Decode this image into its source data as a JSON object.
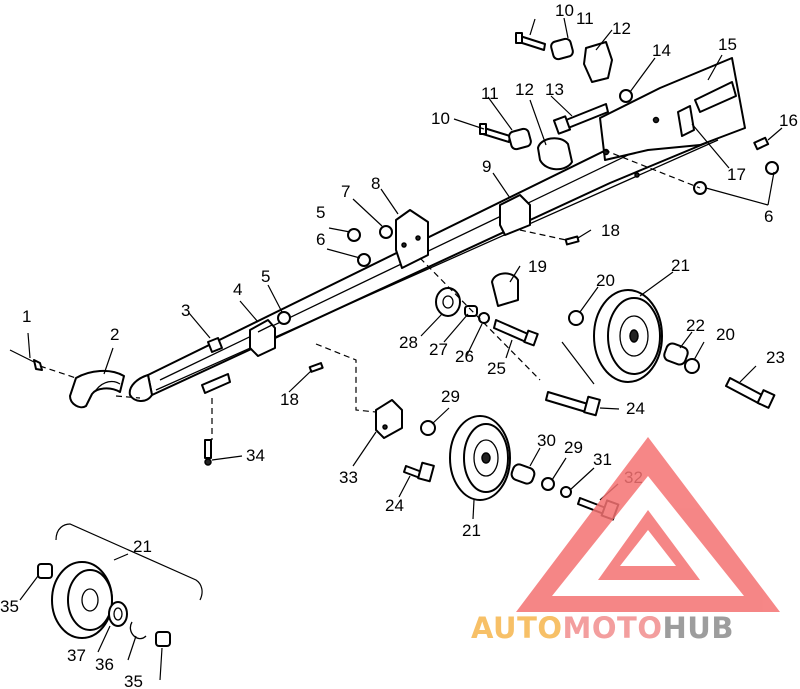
{
  "callouts": [
    {
      "id": "c1",
      "text": "1"
    },
    {
      "id": "c2",
      "text": "2"
    },
    {
      "id": "c3",
      "text": "3"
    },
    {
      "id": "c4",
      "text": "4"
    },
    {
      "id": "c5a",
      "text": "5"
    },
    {
      "id": "c5b",
      "text": "5"
    },
    {
      "id": "c6a",
      "text": "6"
    },
    {
      "id": "c6b",
      "text": "6"
    },
    {
      "id": "c7",
      "text": "7"
    },
    {
      "id": "c8",
      "text": "8"
    },
    {
      "id": "c9",
      "text": "9"
    },
    {
      "id": "c10a",
      "text": "10"
    },
    {
      "id": "c10b",
      "text": "10"
    },
    {
      "id": "c11a",
      "text": "11"
    },
    {
      "id": "c11b",
      "text": "11"
    },
    {
      "id": "c12a",
      "text": "12"
    },
    {
      "id": "c12b",
      "text": "12"
    },
    {
      "id": "c13",
      "text": "13"
    },
    {
      "id": "c14",
      "text": "14"
    },
    {
      "id": "c15",
      "text": "15"
    },
    {
      "id": "c16",
      "text": "16"
    },
    {
      "id": "c17",
      "text": "17"
    },
    {
      "id": "c18a",
      "text": "18"
    },
    {
      "id": "c18b",
      "text": "18"
    },
    {
      "id": "c19",
      "text": "19"
    },
    {
      "id": "c20a",
      "text": "20"
    },
    {
      "id": "c20b",
      "text": "20"
    },
    {
      "id": "c21a",
      "text": "21"
    },
    {
      "id": "c21b",
      "text": "21"
    },
    {
      "id": "c21c",
      "text": "21"
    },
    {
      "id": "c22",
      "text": "22"
    },
    {
      "id": "c23",
      "text": "23"
    },
    {
      "id": "c24a",
      "text": "24"
    },
    {
      "id": "c24b",
      "text": "24"
    },
    {
      "id": "c25",
      "text": "25"
    },
    {
      "id": "c26",
      "text": "26"
    },
    {
      "id": "c27",
      "text": "27"
    },
    {
      "id": "c28",
      "text": "28"
    },
    {
      "id": "c29a",
      "text": "29"
    },
    {
      "id": "c29b",
      "text": "29"
    },
    {
      "id": "c30",
      "text": "30"
    },
    {
      "id": "c31",
      "text": "31"
    },
    {
      "id": "c32",
      "text": "32"
    },
    {
      "id": "c33",
      "text": "33"
    },
    {
      "id": "c34",
      "text": "34"
    },
    {
      "id": "c35a",
      "text": "35"
    },
    {
      "id": "c35b",
      "text": "35"
    },
    {
      "id": "c36",
      "text": "36"
    },
    {
      "id": "c37",
      "text": "37"
    }
  ],
  "watermark": {
    "part1": "AUTO",
    "part2": "MOTO",
    "part3": "HUB",
    "colors": {
      "auto": "#f6b64d",
      "moto": "#f28e8e",
      "hub": "#8d8d8d",
      "triangle": "#f47272"
    }
  }
}
